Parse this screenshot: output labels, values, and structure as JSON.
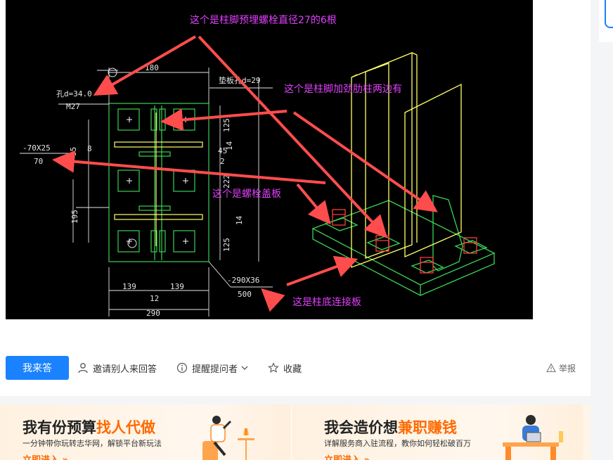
{
  "drawing": {
    "labels": {
      "bolt": "这个是柱脚预埋螺栓直径27的6根",
      "stiffener": "这个是柱脚加劲肋柱两边有",
      "cover": "这个是螺栓盖板",
      "base": "这是柱底连接板"
    },
    "dims": {
      "d180": "180",
      "hole": "孔d=34.0",
      "m27": "M27",
      "washer": "垫板孔d=29",
      "plate70": "-70X25",
      "d70": "70",
      "d95": "95",
      "d8": "8",
      "d195": "195",
      "d125a": "125",
      "d45": "45",
      "d14a": "14",
      "d2": "2",
      "d222": "222",
      "d14b": "14",
      "d125b": "125",
      "d139a": "139",
      "d139b": "139",
      "d12": "12",
      "d290": "290",
      "plate290": "-290X36",
      "d500": "500"
    },
    "colors": {
      "label": "#e040fb",
      "arrow": "#ff4d4d",
      "green": "#39d353",
      "yellow": "#ffff66",
      "dim": "#e6e6e6",
      "bolt": "#ff3b3b"
    }
  },
  "actions": {
    "answer": "我来答",
    "invite": "邀请别人来回答",
    "remind": "提醒提问者",
    "collect": "收藏",
    "report": "举报"
  },
  "banners": [
    {
      "title": "我有份预算",
      "highlight": "找人代做",
      "sub": "一分钟带你玩转志华网，解锁平台新玩法",
      "cta": "立即进入 »"
    },
    {
      "title": "我会造价想",
      "highlight": "兼职赚钱",
      "sub": "详解服务商入驻流程，教你如何轻松破百万",
      "cta": "立即进入 »"
    }
  ]
}
